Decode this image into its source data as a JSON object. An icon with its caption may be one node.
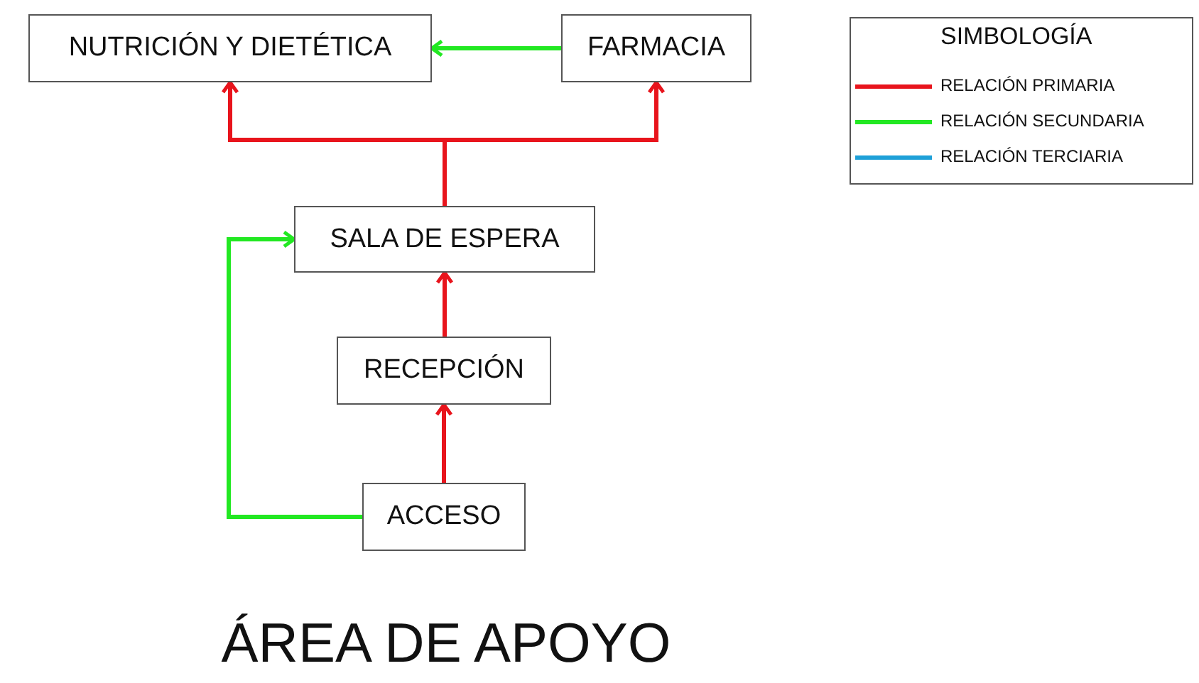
{
  "diagram": {
    "title": "ÁREA DE APOYO",
    "nodes": [
      {
        "text": [
          "NUTRICIÓN Y DIETÉTICA"
        ]
      },
      {
        "text": [
          "FARMACIA"
        ]
      },
      {
        "text": [
          "SALA DE ESPERA"
        ]
      },
      {
        "text": [
          "RECEPCIÓN"
        ]
      },
      {
        "text": [
          "ACCESO"
        ]
      }
    ],
    "edges": [
      {
        "from": 1,
        "to": 0,
        "arrow": "to",
        "color": "#22e822"
      },
      {
        "from": 2,
        "to": 0,
        "arrow": "to"
      },
      {
        "from": 2,
        "to": 1,
        "arrow": "to"
      },
      {
        "from": 3,
        "to": 2,
        "arrow": "to"
      },
      {
        "from": 4,
        "to": 3,
        "arrow": "to"
      },
      {
        "from": 4,
        "to": 2,
        "arrow": "to",
        "color": "#22e822"
      }
    ],
    "labels": [
      "SIMBOLOGÍA"
    ],
    "legend": [
      {
        "text": "RELACIÓN PRIMARIA",
        "color": "#e8141c"
      },
      {
        "text": "RELACIÓN SECUNDARIA",
        "color": "#22e822"
      },
      {
        "text": "RELACIÓN TERCIARIA",
        "color": "#1ea0d8"
      }
    ]
  }
}
